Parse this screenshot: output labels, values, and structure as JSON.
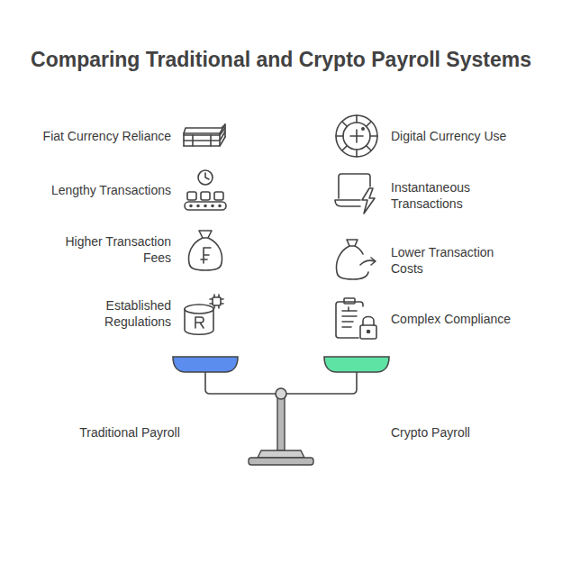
{
  "diagram": {
    "title": "Comparing Traditional and Crypto Payroll Systems",
    "labels": [
      "Fiat Currency Reliance",
      "Digital Currency Use",
      "Lengthy Transactions",
      "Instantaneous Transactions",
      "Higher Transaction Fees",
      "Lower Transaction Costs",
      "Established Regulations",
      "Complex Compliance",
      "Traditional Payroll",
      "Crypto Payroll"
    ]
  }
}
